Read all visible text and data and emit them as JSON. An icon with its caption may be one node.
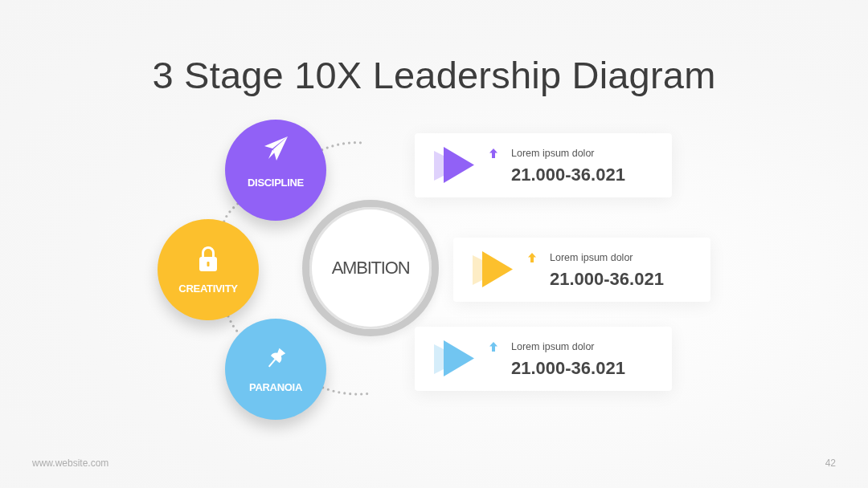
{
  "diagram": {
    "title": "3 Stage 10X Leadership Diagram",
    "nodes": [
      {
        "text": [
          "DISCIPLINE"
        ]
      },
      {
        "text": [
          "CREATIVITY"
        ]
      },
      {
        "text": [
          "PARANOIA"
        ]
      },
      {
        "text": [
          "AMBITION"
        ]
      },
      {
        "text": [
          "Lorem ipsum dolor",
          "21.000-36.021"
        ]
      },
      {
        "text": [
          "Lorem ipsum dolor",
          "21.000-36.021"
        ]
      },
      {
        "text": [
          "Lorem ipsum dolor",
          "21.000-36.021"
        ]
      }
    ],
    "edges": [
      {
        "from": 0,
        "to": 1,
        "arrow": "none",
        "style": "dashed"
      },
      {
        "from": 1,
        "to": 2,
        "arrow": "none",
        "style": "dashed"
      },
      {
        "from": 0,
        "to": null,
        "arrow": "none",
        "style": "dashed"
      },
      {
        "from": 2,
        "to": null,
        "arrow": "none",
        "style": "dashed"
      }
    ],
    "labels": [
      "www.website.com",
      "42"
    ]
  }
}
